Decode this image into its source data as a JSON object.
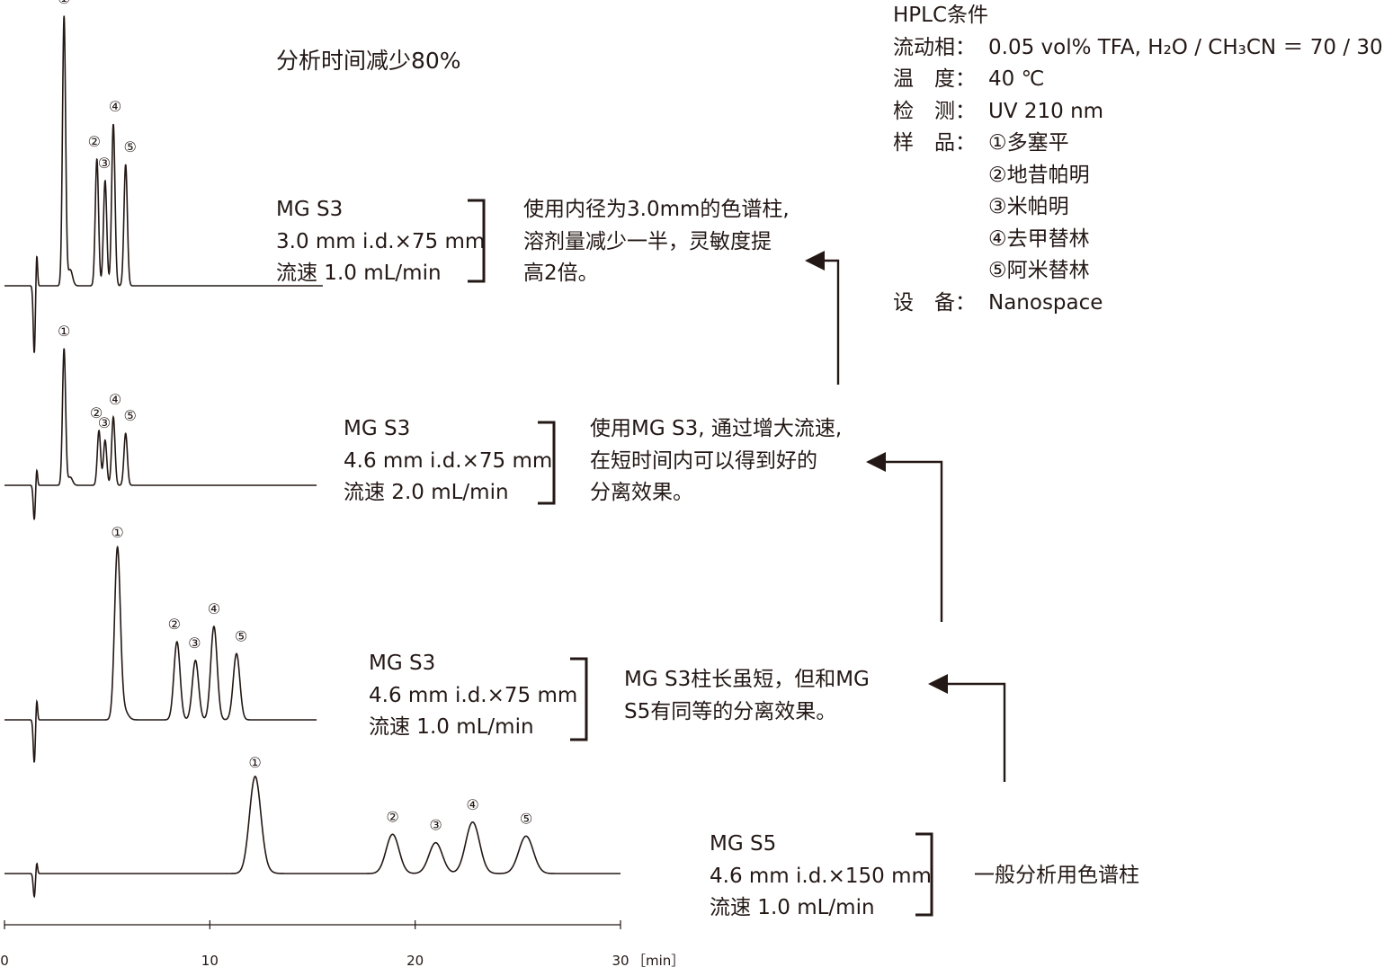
{
  "title": "分析时间减少80%",
  "conditions": {
    "heading": "HPLC条件",
    "rows": [
      {
        "label": "流动相：",
        "value": "0.05 vol% TFA, H₂O / CH₃CN ＝ 70 / 30"
      },
      {
        "label": "温　度：",
        "value": "40 ℃"
      },
      {
        "label": "检　测：",
        "value": "UV 210 nm"
      },
      {
        "label": "样　品：",
        "value": "①多塞平"
      },
      {
        "label": "",
        "value": "②地昔帕明"
      },
      {
        "label": "",
        "value": "③米帕明"
      },
      {
        "label": "",
        "value": "④去甲替林"
      },
      {
        "label": "",
        "value": "⑤阿米替林"
      },
      {
        "label": "设　备：",
        "value": "Nanospace"
      }
    ]
  },
  "columns": [
    {
      "name": "MG S3",
      "dims": "3.0 mm i.d.×75 mm",
      "flow": "流速 1.0 mL/min",
      "note": [
        "使用内径为3.0mm的色谱柱,",
        "溶剂量减少一半，灵敏度提",
        "高2倍。"
      ]
    },
    {
      "name": "MG S3",
      "dims": "4.6 mm i.d.×75 mm",
      "flow": "流速 2.0 mL/min",
      "note": [
        "使用MG S3, 通过增大流速,",
        "在短时间内可以得到好的",
        "分离效果。"
      ]
    },
    {
      "name": "MG S3",
      "dims": "4.6 mm i.d.×75 mm",
      "flow": "流速 1.0 mL/min",
      "note": [
        "MG S3柱长虽短，但和MG",
        "S5有同等的分离效果。"
      ]
    },
    {
      "name": "MG S5",
      "dims": "4.6 mm i.d.×150 mm",
      "flow": "流速 1.0 mL/min",
      "note": [
        "一般分析用色谱柱"
      ]
    }
  ],
  "chart_data": {
    "type": "line",
    "x_axis": {
      "range": [
        0,
        30
      ],
      "ticks": [
        0,
        10,
        20,
        30
      ],
      "unit": "［min］"
    },
    "peak_labels": [
      "①",
      "②",
      "③",
      "④",
      "⑤"
    ],
    "series": [
      {
        "column": "MG S3 3.0 mm i.d.×75 mm 1.0 mL/min",
        "retention_times": [
          2.9,
          4.5,
          4.9,
          5.3,
          5.9
        ],
        "relative_heights": [
          1.0,
          0.47,
          0.39,
          0.6,
          0.45
        ]
      },
      {
        "column": "MG S3 4.6 mm i.d.×75 mm 2.0 mL/min",
        "retention_times": [
          2.9,
          4.6,
          4.9,
          5.3,
          5.9
        ],
        "relative_heights": [
          1.0,
          0.4,
          0.33,
          0.5,
          0.38
        ]
      },
      {
        "column": "MG S3 4.6 mm i.d.×75 mm 1.0 mL/min",
        "retention_times": [
          5.5,
          8.4,
          9.3,
          10.2,
          11.3
        ],
        "relative_heights": [
          1.0,
          0.46,
          0.35,
          0.55,
          0.39
        ]
      },
      {
        "column": "MG S5 4.6 mm i.d.×150 mm 1.0 mL/min",
        "retention_times": [
          12.2,
          18.9,
          21.0,
          22.8,
          25.4
        ],
        "relative_heights": [
          1.0,
          0.42,
          0.33,
          0.55,
          0.4
        ]
      }
    ]
  }
}
